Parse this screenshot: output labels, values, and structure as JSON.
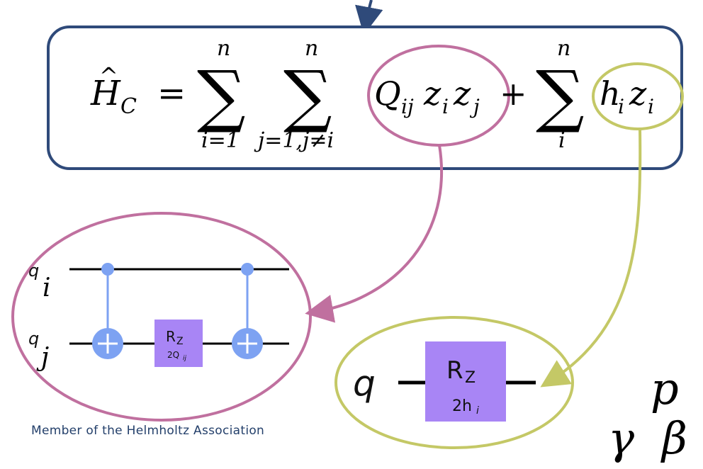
{
  "hamiltonian": {
    "H_base": "H",
    "H_hat": "^",
    "H_sub": "C",
    "equals": "=",
    "sum1_upper": "n",
    "sum1_lower": "i=1",
    "sum2_upper": "n",
    "sum2_lower": "j=1,j≠i",
    "sum3_upper": "n",
    "sum3_lower": "i",
    "sigma": "∑",
    "quadratic_term": {
      "Q": "Q",
      "Q_sub": "ij",
      "z1": "z",
      "z1_sub": "i",
      "z2": "z",
      "z2_sub": "j"
    },
    "plus": "+",
    "linear_term": {
      "h": "h",
      "h_sub": "i",
      "z": "z",
      "z_sub": "i"
    }
  },
  "two_qubit_circuit": {
    "qubit_i": {
      "base": "q",
      "sub": "i"
    },
    "qubit_j": {
      "base": "q",
      "sub": "j"
    },
    "gate": {
      "name": "R",
      "name_sub": "Z",
      "param": "2Q",
      "param_sub": "ij"
    }
  },
  "single_qubit_circuit": {
    "qubit": "q",
    "gate": {
      "name": "R",
      "name_sub": "Z",
      "param": "2h",
      "param_sub": "i"
    }
  },
  "symbols": {
    "p": "p",
    "gamma": "γ",
    "beta": "β"
  },
  "footer": "Member of the Helmholtz Association",
  "colors": {
    "box_border": "#2f4a7a",
    "pink_ellipse": "#c0709f",
    "yellow_ellipse": "#c4c866",
    "control_blue": "#7da2f2",
    "gate_purple": "#a885f5",
    "footer_text": "#24406b"
  }
}
